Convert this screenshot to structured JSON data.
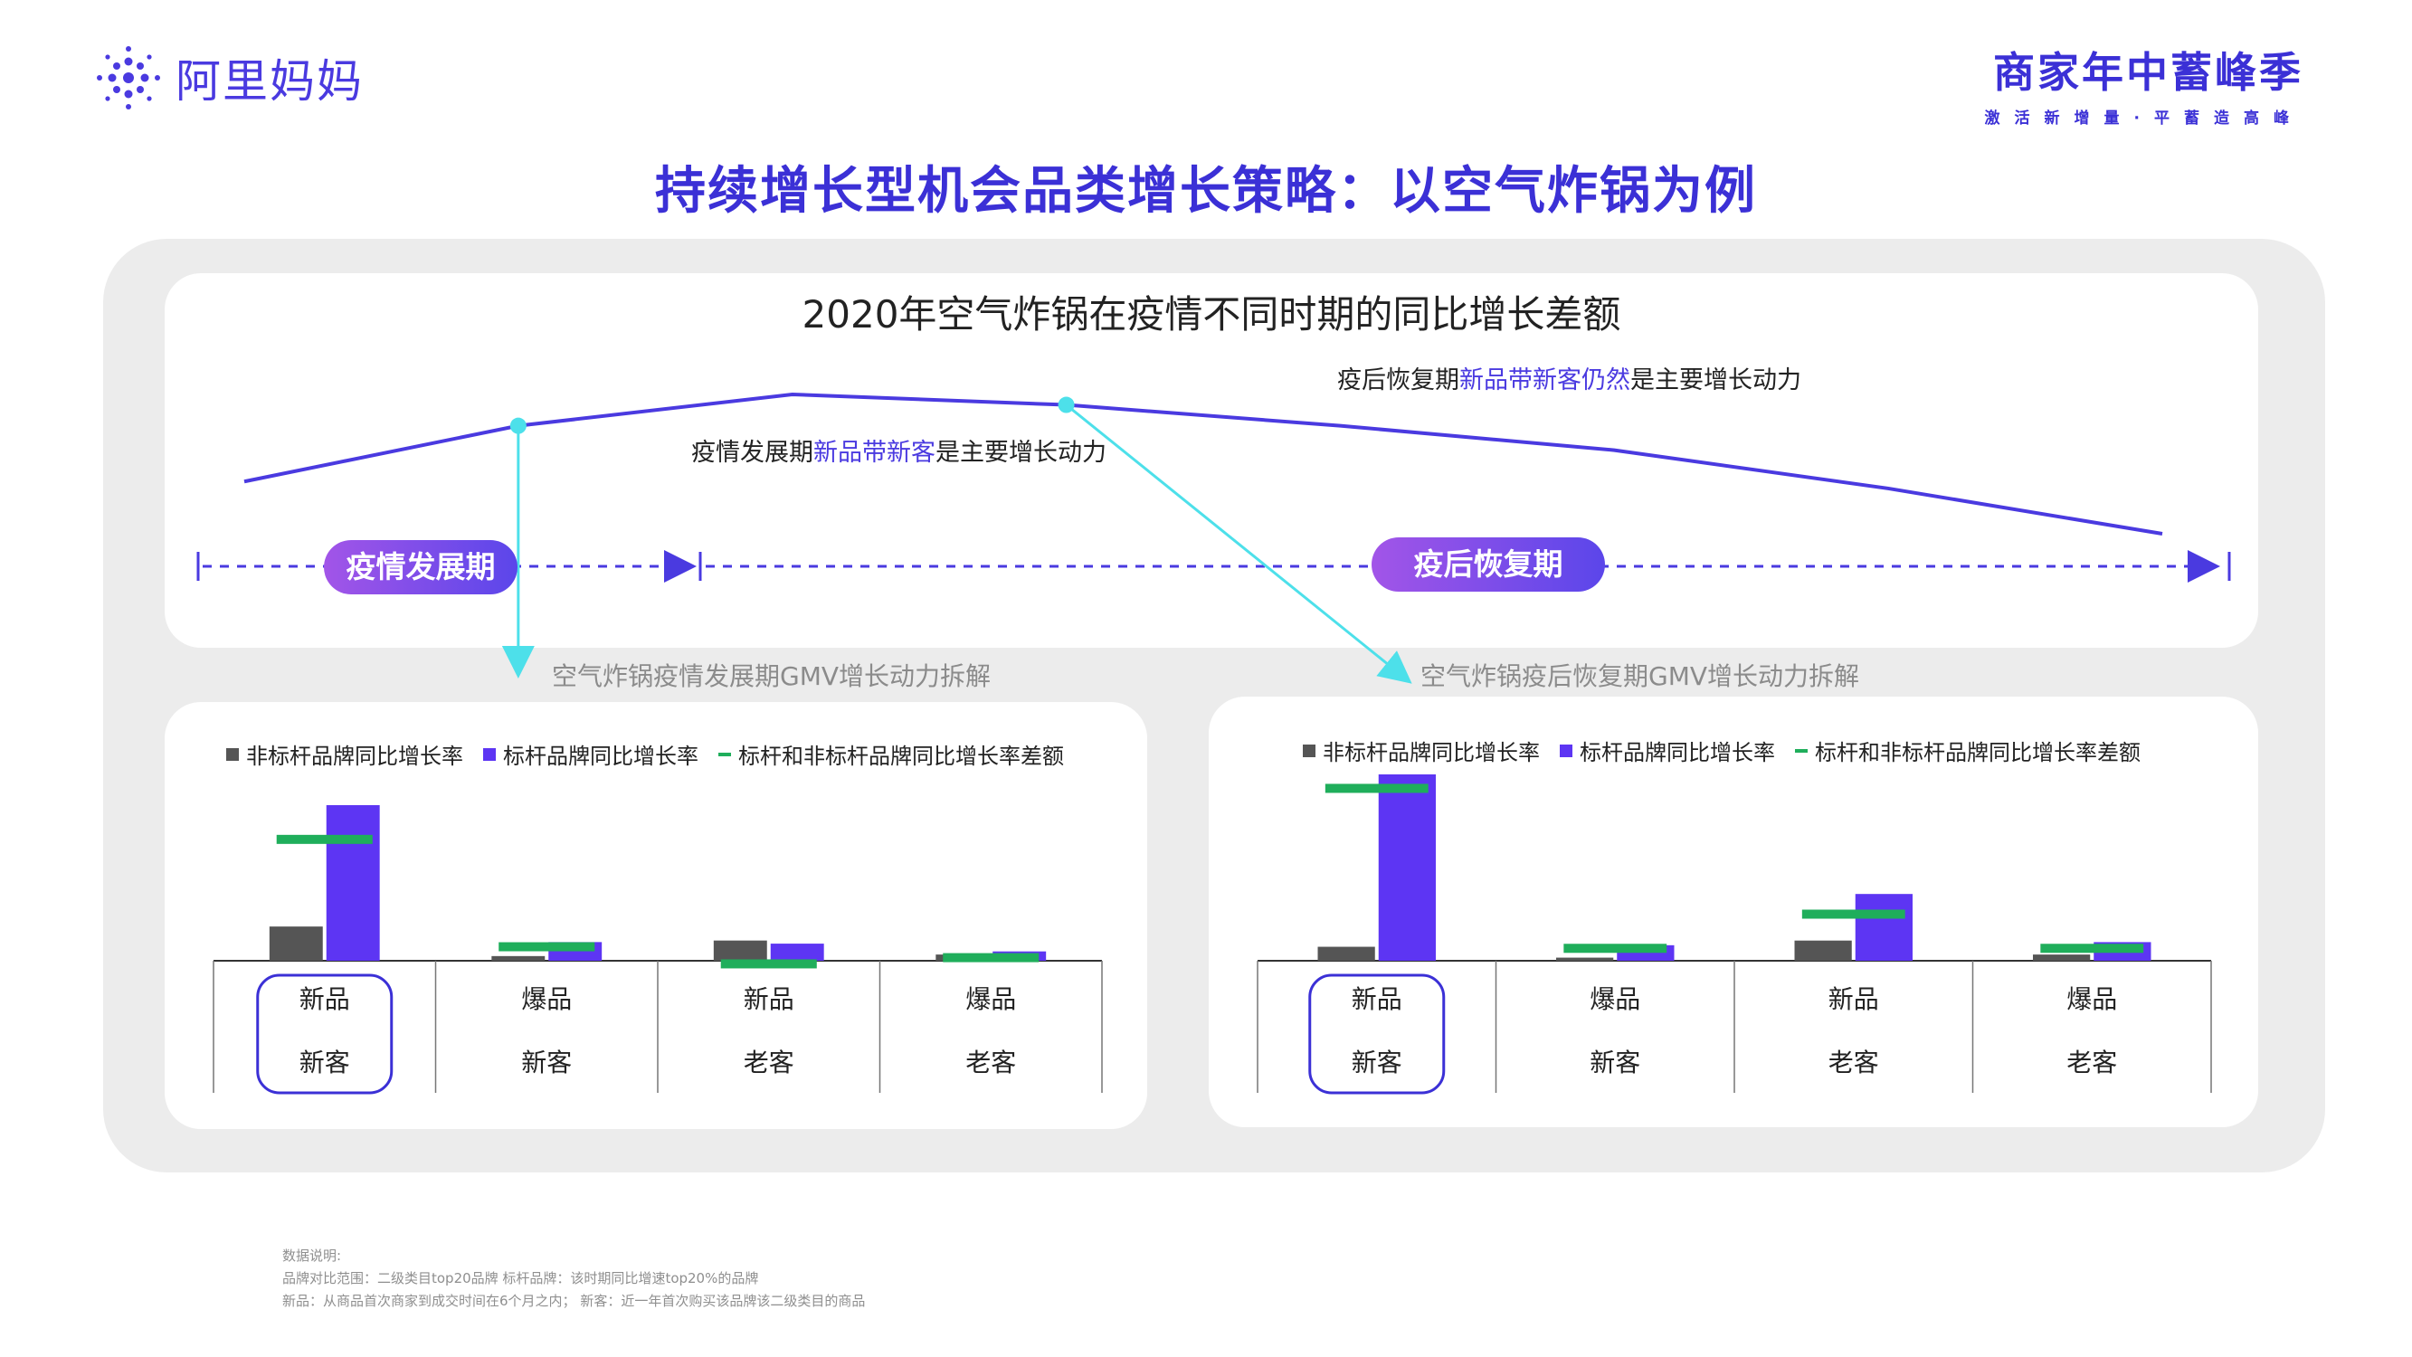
{
  "header": {
    "logo_text": "阿里妈妈",
    "brand_title": "商家年中蓄峰季",
    "brand_subtitle": "激活新增量·平蓄造高峰"
  },
  "page_title": "持续增长型机会品类增长策略：以空气炸锅为例",
  "colors": {
    "primary": "#3b30d6",
    "purple_bar": "#5d35f3",
    "gray_bar": "#555555",
    "green_line": "#1fae5b",
    "cyan_arrow": "#4de0ea",
    "trend_line": "#4a3ae0"
  },
  "top_chart": {
    "title": "2020年空气炸锅在疫情不同时期的同比增长差额",
    "annotation1": {
      "prefix": "疫情发展期",
      "highlight": "新品带新客",
      "suffix": "是主要增长动力"
    },
    "annotation2": {
      "prefix": "疫后恢复期",
      "highlight": "新品带新客仍然",
      "suffix": "是主要增长动力"
    },
    "phase1_label": "疫情发展期",
    "phase2_label": "疫后恢复期",
    "caption1": "空气炸锅疫情发展期GMV增长动力拆解",
    "caption2": "空气炸锅疫后恢复期GMV增长动力拆解"
  },
  "chart_data": [
    {
      "type": "line",
      "title": "2020年空气炸锅在疫情不同时期的同比增长差额",
      "x": [
        0,
        1,
        2,
        3,
        4,
        5,
        6,
        7
      ],
      "values": [
        30,
        62,
        80,
        74,
        62,
        48,
        26,
        0
      ],
      "highlight_points": [
        1,
        3
      ],
      "grid": false
    },
    {
      "type": "bar",
      "title": "空气炸锅疫情发展期GMV增长动力拆解",
      "legend": [
        "非标杆品牌同比增长率",
        "标杆品牌同比增长率",
        "标杆和非标杆品牌同比增长率差额"
      ],
      "legend_placement": "top",
      "categories": [
        [
          "新品",
          "新客"
        ],
        [
          "爆品",
          "新客"
        ],
        [
          "新品",
          "老客"
        ],
        [
          "爆品",
          "老客"
        ]
      ],
      "highlight_category": 0,
      "series": [
        {
          "name": "非标杆品牌同比增长率",
          "color": "#555555",
          "values": [
            22,
            3,
            13,
            4
          ]
        },
        {
          "name": "标杆品牌同比增长率",
          "color": "#5d35f3",
          "values": [
            100,
            12,
            11,
            6
          ]
        },
        {
          "name": "标杆和非标杆品牌同比增长率差额",
          "color": "#1fae5b",
          "values": [
            78,
            9,
            -2,
            2
          ]
        }
      ],
      "ylim": [
        -5,
        100
      ]
    },
    {
      "type": "bar",
      "title": "空气炸锅疫后恢复期GMV增长动力拆解",
      "legend": [
        "非标杆品牌同比增长率",
        "标杆品牌同比增长率",
        "标杆和非标杆品牌同比增长率差额"
      ],
      "legend_placement": "top",
      "categories": [
        [
          "新品",
          "新客"
        ],
        [
          "爆品",
          "新客"
        ],
        [
          "新品",
          "老客"
        ],
        [
          "爆品",
          "老客"
        ]
      ],
      "highlight_category": 0,
      "series": [
        {
          "name": "非标杆品牌同比增长率",
          "color": "#555555",
          "values": [
            9,
            2,
            13,
            4
          ]
        },
        {
          "name": "标杆品牌同比增长率",
          "color": "#5d35f3",
          "values": [
            120,
            10,
            43,
            12
          ]
        },
        {
          "name": "标杆和非标杆品牌同比增长率差额",
          "color": "#1fae5b",
          "values": [
            111,
            8,
            30,
            8
          ]
        }
      ],
      "ylim": [
        0,
        120
      ]
    }
  ],
  "notes": [
    "数据说明:",
    "品牌对比范围：二级类目top20品牌 标杆品牌：该时期同比增速top20%的品牌",
    "新品：从商品首次商家到成交时间在6个月之内；  新客：近一年首次购买该品牌该二级类目的商品"
  ]
}
